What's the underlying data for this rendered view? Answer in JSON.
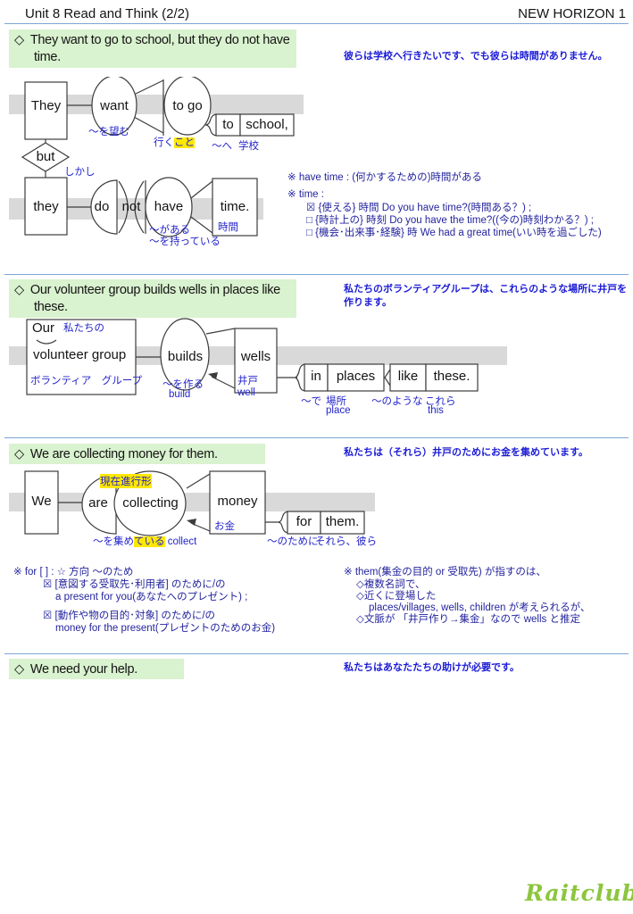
{
  "marker": "◇",
  "header": {
    "title": "Unit 8 Read and Think (2/2)",
    "book": "NEW HORIZON 1"
  },
  "colors": {
    "heading_bg": "#d9f2cf",
    "band_gray": "#d9d9d9",
    "annotation_blue": "#2424cc",
    "translation_blue": "#1c1cd6",
    "note_navy": "#24249e",
    "separator_blue": "#7ba7d7",
    "highlight_yellow": "#ffe800",
    "logo_green": "#8cc63e"
  },
  "s1": {
    "heading1": "They want to go to school, but they do not have",
    "heading2": "time.",
    "translation": "彼らは学校へ行きたいです、でも彼らは時間がありません。",
    "w": {
      "they1": "They",
      "want": "want",
      "togo": "to go",
      "to": "to",
      "school": "school,",
      "but": "but",
      "they2": "they",
      "do": "do",
      "not": "not",
      "have": "have",
      "time": "time."
    },
    "a": {
      "want": "〜を望む",
      "togo1": "行く",
      "togo2": "こと",
      "to": "〜へ",
      "school": "学校",
      "but": "しかし",
      "have1": "〜がある",
      "have2": "〜を持っている",
      "time": "時間"
    },
    "notes": [
      "※ have time :  (何かするための)時間がある",
      "※ time :",
      "☒ {使える} 時間 Do you have time?(時間ある？) ;",
      "□ {時計上の} 時刻 Do you have the time?((今の)時刻わかる？) ;",
      "□ {機会･出来事･経験} 時 We had a great time(いい時を過ごした)"
    ]
  },
  "s2": {
    "heading1": "Our volunteer group builds wells in places like",
    "heading2": "these.",
    "translation": "私たちのボランティアグループは、これらのような場所に井戸を作ります。",
    "w": {
      "our": "Our",
      "vg": "volunteer group",
      "builds": "builds",
      "wells": "wells",
      "in": "in",
      "places": "places",
      "like": "like",
      "these": "these."
    },
    "a": {
      "our": "私たちの",
      "vg": "ボランティア　グループ",
      "builds": "〜を作る",
      "builds_en": "build",
      "wells": "井戸",
      "wells_en": "well",
      "in": "〜で",
      "places": "場所",
      "places_en": "place",
      "like": "〜のような",
      "these": "これら",
      "these_en": "this"
    }
  },
  "s3": {
    "heading": "We are collecting money for them.",
    "translation": "私たちは（それら）井戸のためにお金を集めています。",
    "w": {
      "we": "We",
      "are": "are",
      "collecting": "collecting",
      "money": "money",
      "for": "for",
      "them": "them."
    },
    "a": {
      "tag": "現在進行形",
      "collect1": "〜を集め",
      "collect2": "ている",
      "collect3": " collect",
      "money": "お金",
      "for": "〜のために",
      "them": "それら、彼ら"
    },
    "notes_left": [
      "※ for [ ] :  ☆ 方向 〜のため",
      "☒ [意図する受取先･利用者] のために/の",
      "a present for you(あなたへのプレゼント) ;",
      "☒ [動作や物の目的･対象] のために/の",
      "money for the present(プレゼントのためのお金)"
    ],
    "notes_right": [
      "※ them(集金の目的 or 受取先) が指すのは、",
      "◇複数名詞で、",
      "◇近くに登場した",
      "places/villages, wells, children が考えられるが、",
      "◇文脈が 「井戸作り→集金」なので wells と推定"
    ]
  },
  "s4": {
    "heading": "We need your help.",
    "translation": "私たちはあなたたちの助けが必要です。"
  },
  "logo": "Raitclub"
}
